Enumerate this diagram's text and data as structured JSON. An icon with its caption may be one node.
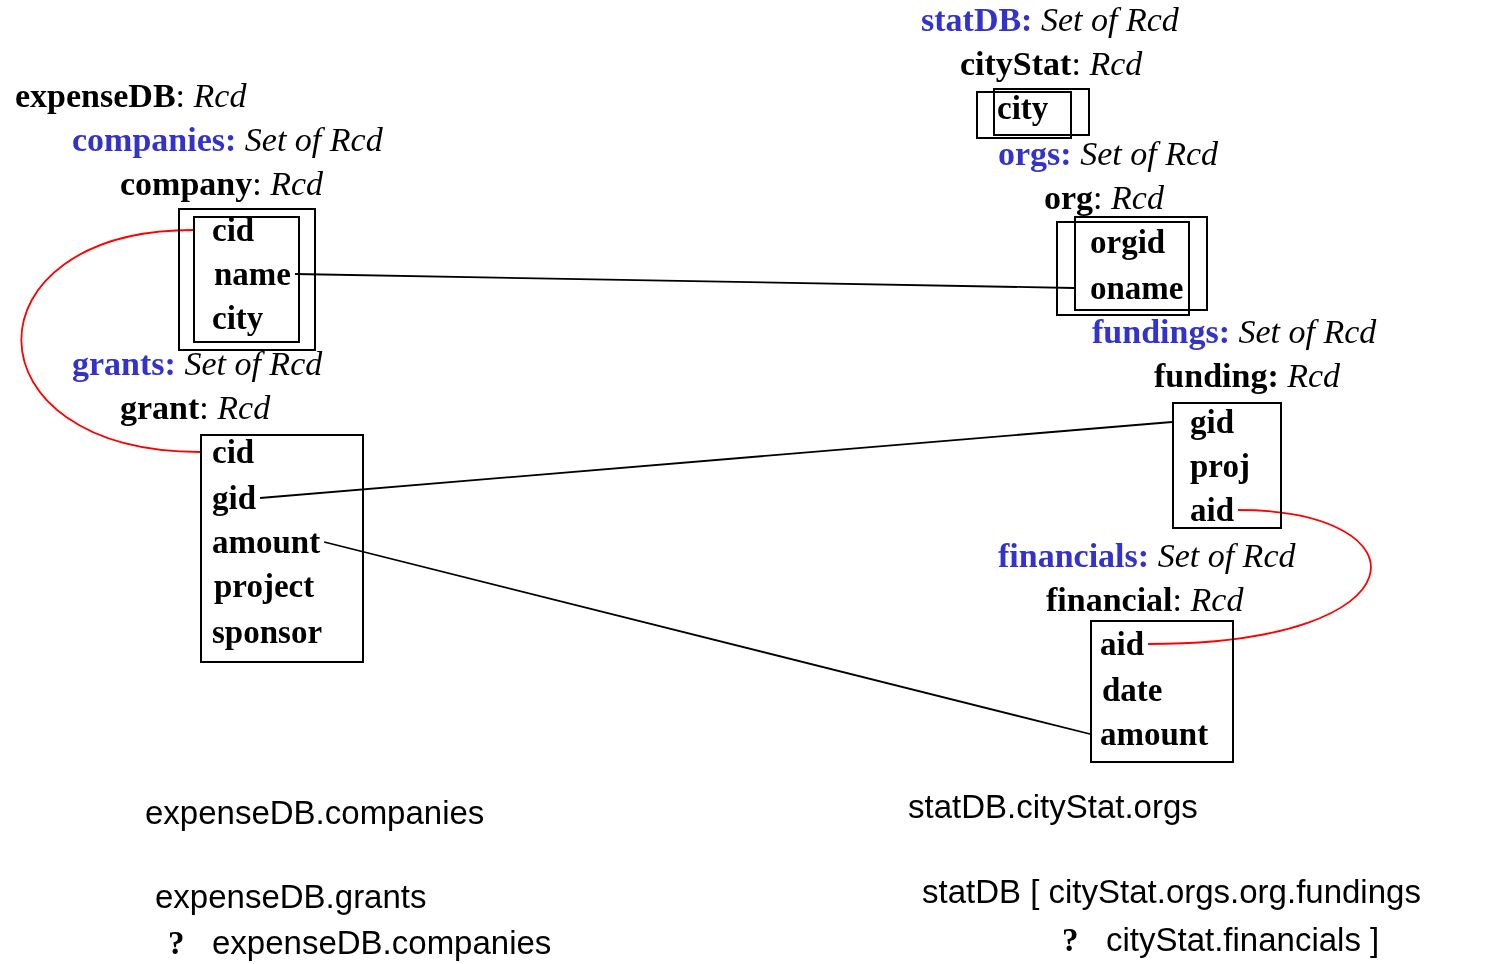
{
  "diagram": {
    "nodes": [
      {
        "text": [],
        "shape": "box"
      },
      {
        "text": [
          "cid"
        ],
        "in": 0
      },
      {
        "text": [
          "name"
        ],
        "in": 0
      },
      {
        "text": [
          "city"
        ],
        "in": 0
      },
      {
        "text": [],
        "shape": "box"
      },
      {
        "text": [
          "cid"
        ],
        "in": 4
      },
      {
        "text": [
          "gid"
        ],
        "in": 4
      },
      {
        "text": [
          "amount"
        ],
        "in": 4
      },
      {
        "text": [
          "project"
        ],
        "in": 4
      },
      {
        "text": [
          "sponsor"
        ],
        "in": 4
      },
      {
        "text": [],
        "shape": "box"
      },
      {
        "text": [
          "city"
        ],
        "in": 10
      },
      {
        "text": [],
        "shape": "box"
      },
      {
        "text": [
          "orgid"
        ],
        "in": 12
      },
      {
        "text": [
          "oname"
        ],
        "in": 12
      },
      {
        "text": [],
        "shape": "box"
      },
      {
        "text": [
          "gid"
        ],
        "in": 15
      },
      {
        "text": [
          "proj"
        ],
        "in": 15
      },
      {
        "text": [
          "aid"
        ],
        "in": 15
      },
      {
        "text": [],
        "shape": "box"
      },
      {
        "text": [
          "aid"
        ],
        "in": 19
      },
      {
        "text": [
          "date"
        ],
        "in": 19
      },
      {
        "text": [
          "amount"
        ],
        "in": 19
      }
    ],
    "edges": [
      {
        "from": 1,
        "to": 5,
        "arrow": "none",
        "color": "#ff0000"
      },
      {
        "from": 2,
        "to": 14,
        "arrow": "none"
      },
      {
        "from": 6,
        "to": 16,
        "arrow": "none"
      },
      {
        "from": 7,
        "to": 22,
        "arrow": "none"
      },
      {
        "from": 18,
        "to": 20,
        "arrow": "none",
        "color": "#ff0000"
      }
    ],
    "labels": [
      "**expenseDB**: *Rcd*",
      "**companies:** *Set of Rcd*",
      "**company**: *Rcd*",
      "**grants:** *Set of Rcd*",
      "**grant**: *Rcd*",
      "**statDB:** *Set of Rcd*",
      "**cityStat**: *Rcd*",
      "**orgs:** *Set of Rcd*",
      "**org**: *Rcd*",
      "**fundings:** *Set of Rcd*",
      "**funding:** *Rcd*",
      "**financials:** *Set of Rcd*",
      "**financial**: *Rcd*",
      "expenseDB.companies",
      "expenseDB.grants",
      "**?**   expenseDB.companies",
      "statDB.cityStat.orgs",
      "statDB [ cityStat.orgs.org.fundings",
      "**?**   cityStat.financials ]"
    ]
  }
}
